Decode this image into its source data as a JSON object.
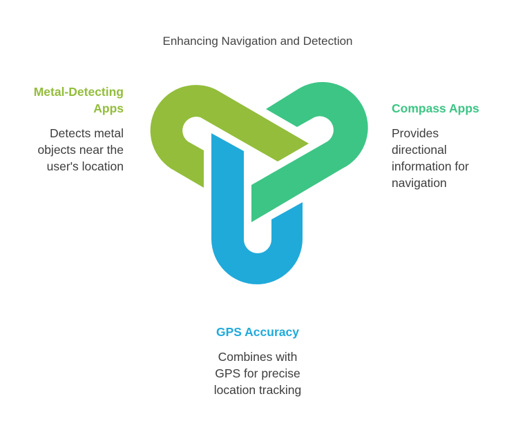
{
  "title": "Enhancing Navigation and Detection",
  "colors": {
    "metal": "#93BD3B",
    "compass": "#3DC585",
    "gps": "#20AADA",
    "text": "#3d3d3d"
  },
  "items": [
    {
      "id": "metal",
      "heading": [
        "Metal-Detecting",
        "Apps"
      ],
      "body": [
        "Detects metal",
        "objects near the",
        "user's location"
      ]
    },
    {
      "id": "compass",
      "heading": [
        "Compass Apps"
      ],
      "body": [
        "Provides",
        "directional",
        "information for",
        "navigation"
      ]
    },
    {
      "id": "gps",
      "heading": [
        "GPS Accuracy"
      ],
      "body": [
        "Combines with",
        "GPS for precise",
        "location tracking"
      ]
    }
  ]
}
